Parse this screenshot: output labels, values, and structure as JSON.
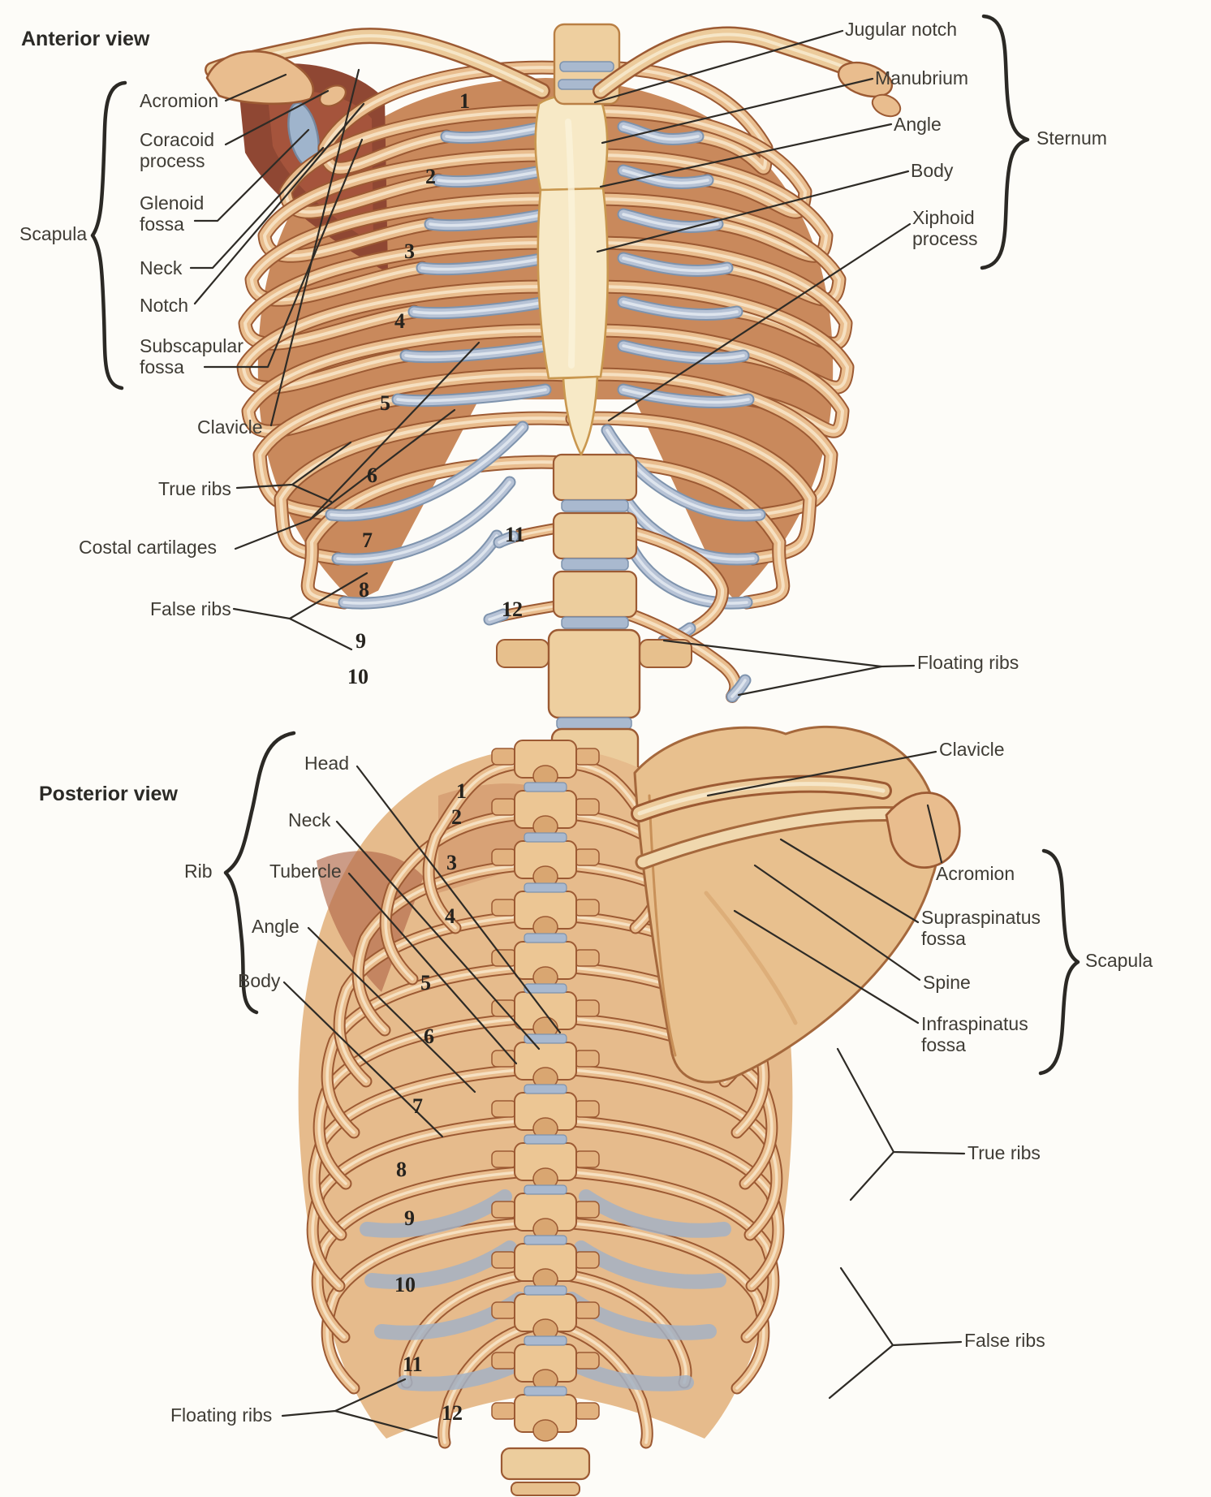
{
  "figure": {
    "anterior": {
      "title": "Anterior view",
      "labels": {
        "scapula_group": "Scapula",
        "acromion": "Acromion",
        "coracoid_process": "Coracoid process",
        "glenoid_fossa": "Glenoid fossa",
        "neck": "Neck",
        "notch": "Notch",
        "subscapular_fossa": "Subscapular fossa",
        "clavicle": "Clavicle",
        "true_ribs": "True ribs",
        "costal_cartilages": "Costal cartilages",
        "false_ribs": "False ribs",
        "floating_ribs": "Floating ribs",
        "jugular_notch": "Jugular notch",
        "manubrium": "Manubrium",
        "angle": "Angle",
        "body": "Body",
        "xiphoid_process": "Xiphoid process",
        "sternum_group": "Sternum"
      },
      "rib_numbers": [
        "1",
        "2",
        "3",
        "4",
        "5",
        "6",
        "7",
        "8",
        "9",
        "10",
        "11",
        "12"
      ]
    },
    "posterior": {
      "title": "Posterior view",
      "labels": {
        "rib_group": "Rib",
        "head": "Head",
        "neck": "Neck",
        "tubercle": "Tubercle",
        "angle": "Angle",
        "body": "Body",
        "clavicle": "Clavicle",
        "acromion": "Acromion",
        "supraspinatus_fossa": "Supraspinatus fossa",
        "spine": "Spine",
        "infraspinatus_fossa": "Infraspinatus fossa",
        "scapula_group": "Scapula",
        "true_ribs": "True ribs",
        "false_ribs": "False ribs",
        "floating_ribs": "Floating ribs"
      },
      "rib_numbers": [
        "1",
        "2",
        "3",
        "4",
        "5",
        "6",
        "7",
        "8",
        "9",
        "10",
        "11",
        "12"
      ]
    },
    "palette": {
      "bone": "#e9bd8e",
      "bone_outline": "#9c5a33",
      "bone_highlight": "#f9ecd2",
      "cartilage": "#b7c3d6",
      "sternum_bone": "#f7e9c6",
      "intercostal": "#a55a40",
      "label_text": "#3f3c35",
      "leader_line": "#2e2b26"
    }
  }
}
